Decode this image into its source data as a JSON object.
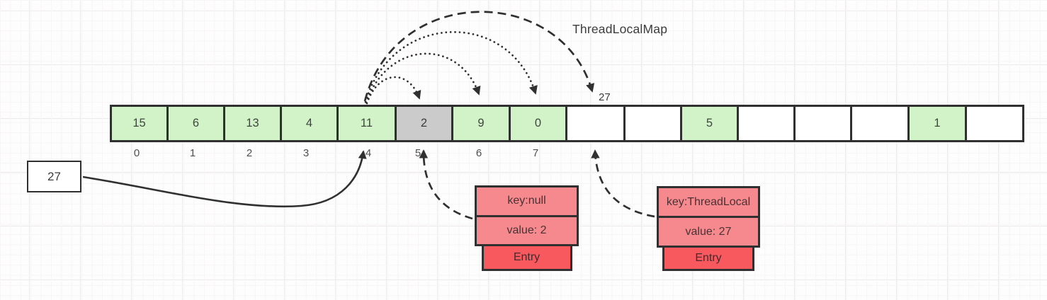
{
  "title": "ThreadLocalMap",
  "hash_label": "27",
  "source_box": {
    "value": "27"
  },
  "array": {
    "cells": [
      {
        "value": "15",
        "state": "green"
      },
      {
        "value": "6",
        "state": "green"
      },
      {
        "value": "13",
        "state": "green"
      },
      {
        "value": "4",
        "state": "green"
      },
      {
        "value": "11",
        "state": "green"
      },
      {
        "value": "2",
        "state": "gray"
      },
      {
        "value": "9",
        "state": "green"
      },
      {
        "value": "0",
        "state": "green"
      },
      {
        "value": "",
        "state": "white"
      },
      {
        "value": "",
        "state": "white"
      },
      {
        "value": "5",
        "state": "green"
      },
      {
        "value": "",
        "state": "white"
      },
      {
        "value": "",
        "state": "white"
      },
      {
        "value": "",
        "state": "white"
      },
      {
        "value": "1",
        "state": "green"
      },
      {
        "value": "",
        "state": "white"
      }
    ],
    "index_labels": [
      "0",
      "1",
      "2",
      "3",
      "4",
      "5",
      "6",
      "7"
    ]
  },
  "entries": [
    {
      "key": "key:null",
      "value": "value: 2",
      "label": "Entry"
    },
    {
      "key": "key:ThreadLocal",
      "value": "value: 27",
      "label": "Entry"
    }
  ],
  "colors": {
    "green": "#d2f2c8",
    "gray": "#cbcbcb",
    "white": "#ffffff",
    "salmon": "#f5898d",
    "red": "#f8595e",
    "line": "#303030"
  }
}
